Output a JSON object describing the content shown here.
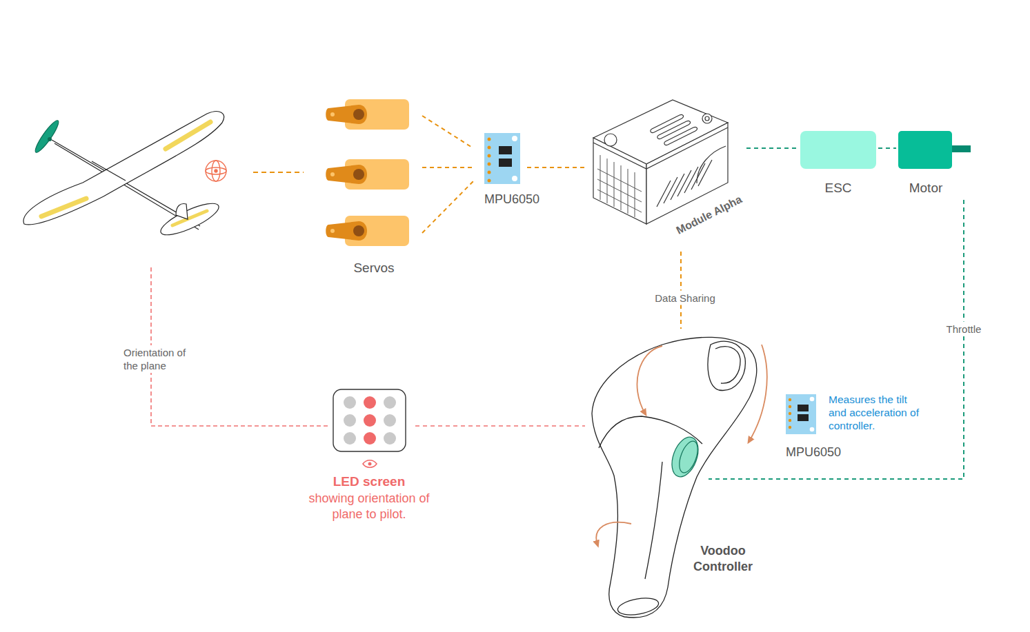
{
  "diagram": {
    "nodes": [
      {
        "text": [
          "Servos"
        ]
      },
      {
        "text": [
          "MPU6050"
        ]
      },
      {
        "text": [
          "Module Alpha"
        ]
      },
      {
        "text": [
          "ESC"
        ]
      },
      {
        "text": [
          "Motor"
        ]
      },
      {
        "text": [
          "LED screen",
          "showing orientation of plane to pilot."
        ]
      },
      {
        "text": [
          "Voodoo Controller"
        ]
      },
      {
        "text": [
          "MPU6050",
          "Measures the tilt and acceleration of controller."
        ]
      }
    ],
    "edges": [
      {
        "from": 0,
        "to": 1,
        "arrow": "none"
      },
      {
        "from": 1,
        "to": 2,
        "arrow": "none"
      },
      {
        "from": 2,
        "to": 3,
        "arrow": "none"
      },
      {
        "from": 3,
        "to": 4,
        "arrow": "none"
      },
      {
        "from": 2,
        "to": 6,
        "label": "Data Sharing",
        "arrow": "none"
      },
      {
        "from": 4,
        "to": 6,
        "label": "Throttle",
        "arrow": "none"
      },
      {
        "from": 5,
        "to": 6,
        "arrow": "none"
      }
    ],
    "labels": [
      "Orientation of the plane"
    ]
  }
}
